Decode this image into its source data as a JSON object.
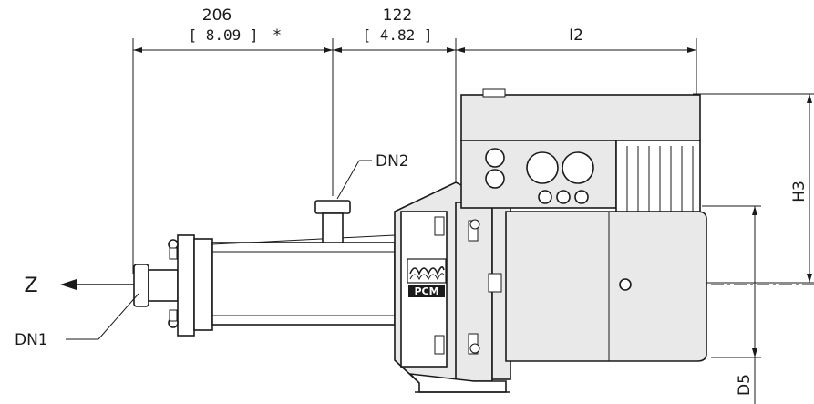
{
  "dimensions": {
    "dim_206": "206",
    "dim_206_inch": "[ 8.09 ]",
    "dim_206_note": "*",
    "dim_122": "122",
    "dim_122_inch": "[ 4.82 ]",
    "dim_i2": "I2",
    "dim_h3": "H3",
    "dim_d5": "D5"
  },
  "callouts": {
    "dn1": "DN1",
    "dn2": "DN2"
  },
  "axis": {
    "z_label": "Z"
  },
  "logo": {
    "text": "PCM"
  },
  "colors": {
    "line": "#1a1a1a",
    "body_fill": "#e9e9e9",
    "background": "#ffffff"
  }
}
